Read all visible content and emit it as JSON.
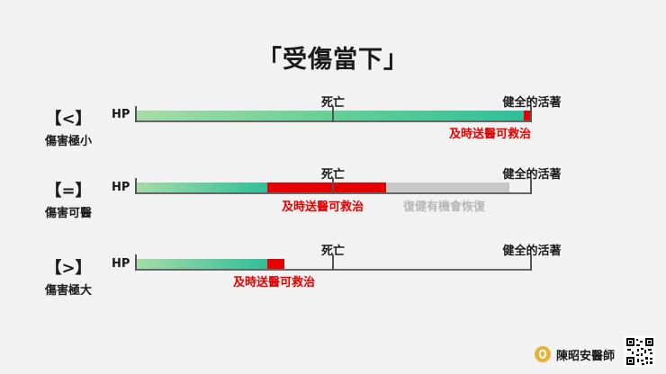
{
  "title": "「受傷當下」",
  "common": {
    "hp_label": "HP",
    "death_label": "死亡",
    "alive_label": "健全的活著",
    "rescue_label": "及時送醫可救治",
    "recovery_label": "復健有機會恢復"
  },
  "rows": [
    {
      "symbol": "【<】",
      "caption": "傷害極小"
    },
    {
      "symbol": "【=】",
      "caption": "傷害可醫"
    },
    {
      "symbol": "【>】",
      "caption": "傷害極大"
    }
  ],
  "footer": {
    "brand": "陳昭安醫師",
    "logo_icon": "stethoscope-icon",
    "qr_icon": "qr-code-icon"
  },
  "colors": {
    "hp_green_start": "#a7dca7",
    "hp_green_end": "#2fbf9a",
    "danger_red": "#e60000",
    "recovery_gray": "#c8c8c8"
  }
}
